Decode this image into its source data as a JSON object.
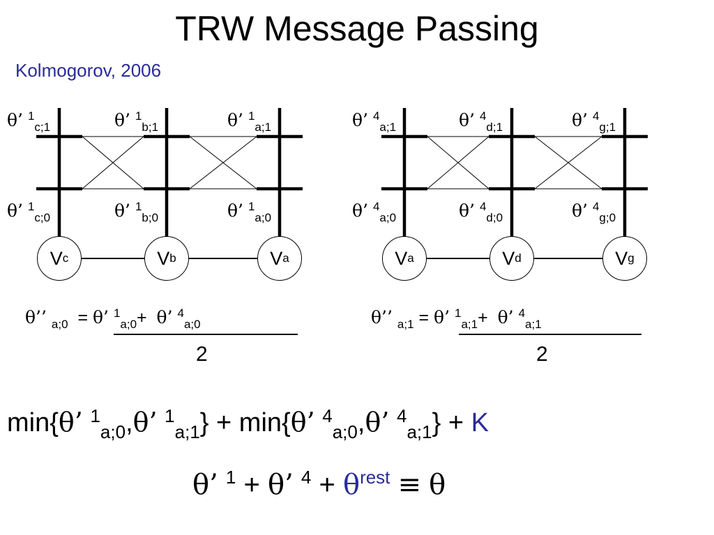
{
  "slide": {
    "title": "TRW Message Passing",
    "author": "Kolmogorov, 2006"
  },
  "symbols": {
    "theta_prime": "θ’",
    "theta_double_prime": "θ’’",
    "theta": "θ",
    "equiv": "≡",
    "rest": "rest"
  },
  "trees": {
    "left": {
      "nodes": [
        "c",
        "b",
        "a"
      ],
      "superscript": "1",
      "top_labels": [
        "c;1",
        "b;1",
        "a;1"
      ],
      "bottom_labels": [
        "c;0",
        "b;0",
        "a;0"
      ]
    },
    "right": {
      "nodes": [
        "a",
        "d",
        "g"
      ],
      "superscript": "4",
      "top_labels": [
        "a;1",
        "d;1",
        "g;1"
      ],
      "bottom_labels": [
        "a;0",
        "d;0",
        "g;0"
      ]
    }
  },
  "equations": {
    "left": {
      "lhs_sub": "a;0",
      "rhs1_sup": "1",
      "rhs1_sub": "a;0",
      "rhs2_sup": "4",
      "rhs2_sub": "a;0",
      "denominator": "2"
    },
    "right": {
      "lhs_sub": "a;1",
      "rhs1_sup": "1",
      "rhs1_sub": "a;1",
      "rhs2_sup": "4",
      "rhs2_sub": "a;1",
      "denominator": "2"
    }
  },
  "min_expression": {
    "min1_sup": "1",
    "min1_sub_a": "a;0",
    "min1_sub_b": "a;1",
    "min2_sup": "4",
    "min2_sub_a": "a;0",
    "min2_sub_b": "a;1",
    "constant": "K"
  },
  "final_expression": {
    "sup1": "1",
    "sup2": "4"
  }
}
